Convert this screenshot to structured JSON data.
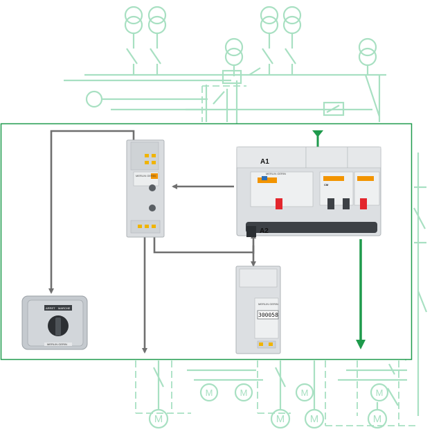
{
  "labels": {
    "a1": "A1",
    "a2": "A2"
  },
  "motor_symbol": "M",
  "counter": {
    "brand": "MERLIN GERIN",
    "reading": "300058"
  },
  "switch_box": {
    "left_label": "ARRET",
    "right_label": "MARCHE",
    "brand": "MERLIN GERIN"
  },
  "relay": {
    "brand": "MERLIN GERIN"
  },
  "breaker_block": {
    "brand": "MERLIN GERIN",
    "module_label": "CM"
  },
  "colors": {
    "frame": "#1e9a4c",
    "schematic": "#a8e0c2",
    "arrow_gray": "#6f6f6f",
    "arrow_green": "#1e9a4c",
    "device_body": "#dcdfe2",
    "label_orange": "#f29400"
  }
}
